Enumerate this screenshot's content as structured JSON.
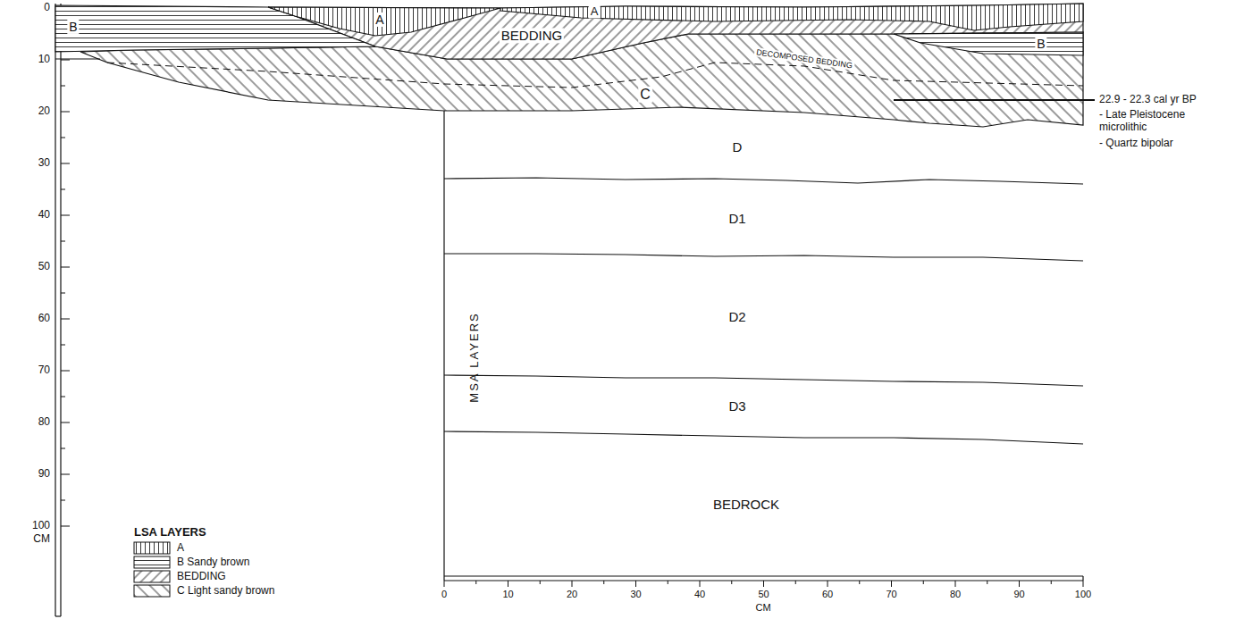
{
  "diagram": {
    "labels": [
      "0",
      "10",
      "20",
      "30",
      "40",
      "50",
      "60",
      "70",
      "80",
      "90",
      "100",
      "CM",
      "A",
      "A",
      "B",
      "B",
      "BEDDING",
      "DECOMPOSED BEDDING",
      "C",
      "22.9 - 22.3 cal yr BP",
      "- Late Pleistocene microlithic",
      "- Quartz bipolar",
      "MSA LAYERS",
      "D",
      "D1",
      "D2",
      "D3",
      "BEDROCK",
      "0",
      "10",
      "20",
      "30",
      "40",
      "50",
      "60",
      "70",
      "80",
      "90",
      "100",
      "CM",
      "LSA LAYERS"
    ],
    "legend": [
      {
        "text": "A"
      },
      {
        "text": "B Sandy brown"
      },
      {
        "text": "BEDDING"
      },
      {
        "text": "C Light sandy brown"
      }
    ]
  }
}
